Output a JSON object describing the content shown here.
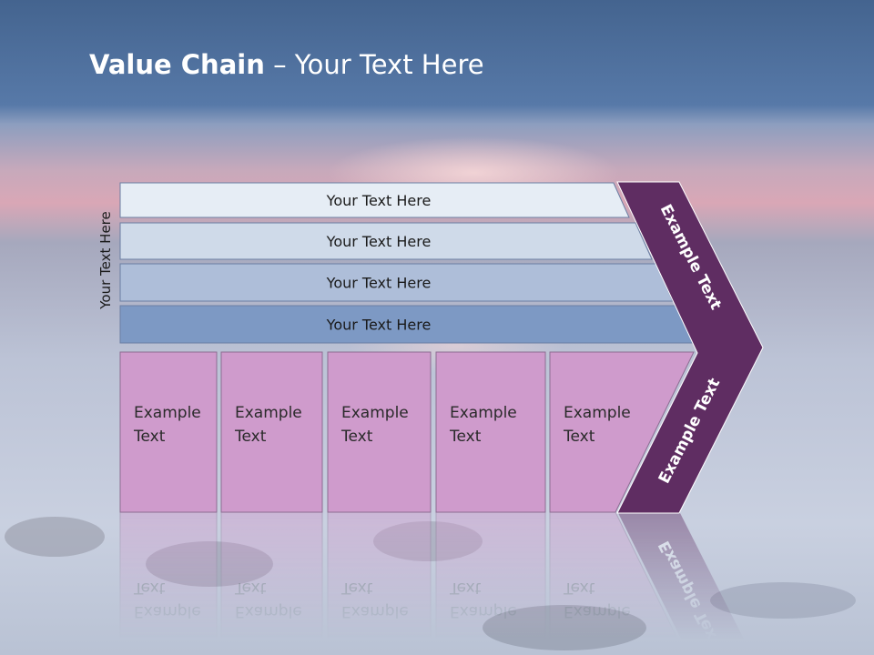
{
  "title": {
    "bold": "Value Chain",
    "rest": " – Your Text Here"
  },
  "side_label": "Your Text Here",
  "rows": [
    {
      "label": "Your Text Here",
      "color": "#e6edf5"
    },
    {
      "label": "Your Text Here",
      "color": "#cfdae9"
    },
    {
      "label": "Your Text Here",
      "color": "#aebed9"
    },
    {
      "label": "Your Text Here",
      "color": "#7d99c4"
    }
  ],
  "boxes": [
    {
      "line1": "Example",
      "line2": "Text"
    },
    {
      "line1": "Example",
      "line2": "Text"
    },
    {
      "line1": "Example",
      "line2": "Text"
    },
    {
      "line1": "Example",
      "line2": "Text"
    },
    {
      "line1": "Example",
      "line2": "Text"
    }
  ],
  "arrow": {
    "upper_label": "Example Text",
    "lower_label": "Example Text",
    "color": "#5f2d62"
  },
  "colors": {
    "box_fill": "#cf9bcc",
    "sky_top": "#486a99",
    "mist": "#c9d1e1"
  }
}
